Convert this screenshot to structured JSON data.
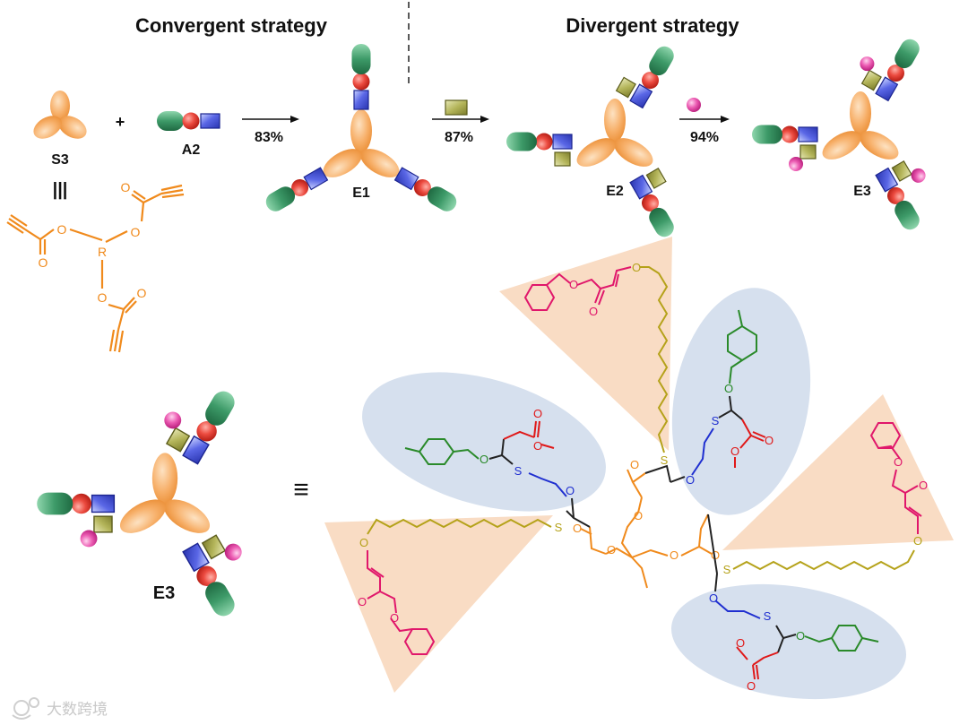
{
  "headings": {
    "convergent": "Convergent strategy",
    "divergent": "Divergent strategy"
  },
  "labels": {
    "s3": "S3",
    "a2": "A2",
    "e1": "E1",
    "e2": "E2",
    "e3_small": "E3",
    "e3_big": "E3",
    "plus": "+",
    "equiv": "≡",
    "triple": "|||"
  },
  "yields": {
    "step1": "83%",
    "step2": "87%",
    "step3": "94%"
  },
  "atoms": {
    "O": "O",
    "S": "S",
    "R": "R"
  },
  "colors": {
    "core": "#f5a04a",
    "green_cap": "#3d9a68",
    "red_ball": "#e8433a",
    "blue_square": "#3f4fd0",
    "olive_square": "#a3a449",
    "pink_ball": "#e24fa6",
    "orange_chem": "#f08a1c",
    "olive_chain": "#b5a21a",
    "magenta_chem": "#e0176b",
    "blue_chem": "#1f2fd0",
    "green_chem": "#2a8a2a",
    "red_chem": "#e01818",
    "blue_ellipse": "#d6e0ee",
    "peach_triangle": "#f9dcc4"
  },
  "watermark": {
    "text": "大数跨境",
    "logo": "logo-mark-icon"
  }
}
